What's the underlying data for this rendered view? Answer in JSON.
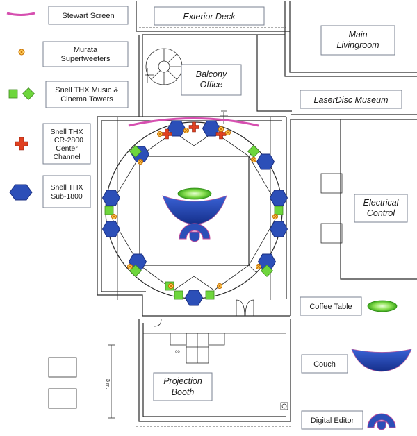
{
  "legend": {
    "stewart_screen": "Stewart Screen",
    "murata_line1": "Murata",
    "murata_line2": "Supertweeters",
    "towers_line1": "Snell THX Music &",
    "towers_line2": "Cinema Towers",
    "center_line1": "Snell THX",
    "center_line2": "LCR-2800",
    "center_line3": "Center",
    "center_line4": "Channel",
    "sub_line1": "Snell THX",
    "sub_line2": "Sub-1800",
    "coffee_table": "Coffee Table",
    "couch": "Couch",
    "digital_editor": "Digital Editor"
  },
  "rooms": {
    "exterior_deck": "Exterior Deck",
    "main_livingroom_line1": "Main",
    "main_livingroom_line2": "Livingroom",
    "balcony_office_line1": "Balcony",
    "balcony_office_line2": "Office",
    "laserdisc_museum": "LaserDisc Museum",
    "electrical_control_line1": "Electrical",
    "electrical_control_line2": "Control",
    "projection_booth_line1": "Projection",
    "projection_booth_line2": "Booth"
  },
  "dimension_label": "3 m.",
  "colors": {
    "screen": "#d64fb0",
    "sub": "#2c4fb8",
    "tower": "#6ed63c",
    "center": "#e04020",
    "tweeter": "#ffd060",
    "coffee_table": "#6ed63c",
    "couch": "#2c4fb8"
  }
}
